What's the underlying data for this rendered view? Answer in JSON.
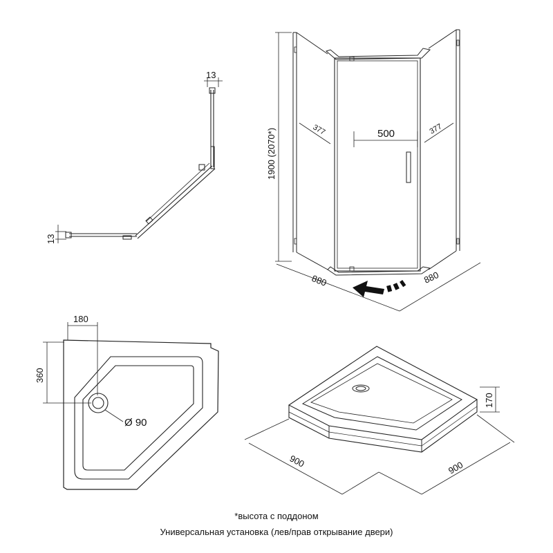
{
  "plan_view": {
    "top_profile_dim": "13",
    "left_profile_dim": "13"
  },
  "cabin_view": {
    "height_dim": "1900 (2070*)",
    "left_panel_dim": "377",
    "door_width_dim": "500",
    "right_panel_dim": "377",
    "left_base_dim": "880",
    "right_base_dim": "880"
  },
  "tray_plan": {
    "drain_offset_x_dim": "180",
    "drain_offset_y_dim": "360",
    "drain_diameter_dim": "Ø 90"
  },
  "tray_iso": {
    "height_dim": "170",
    "left_side_dim": "900",
    "right_side_dim": "900"
  },
  "notes": {
    "height_note": "*высота с поддоном",
    "install_note": "Универсальная установка (лев/прав открывание двери)"
  }
}
